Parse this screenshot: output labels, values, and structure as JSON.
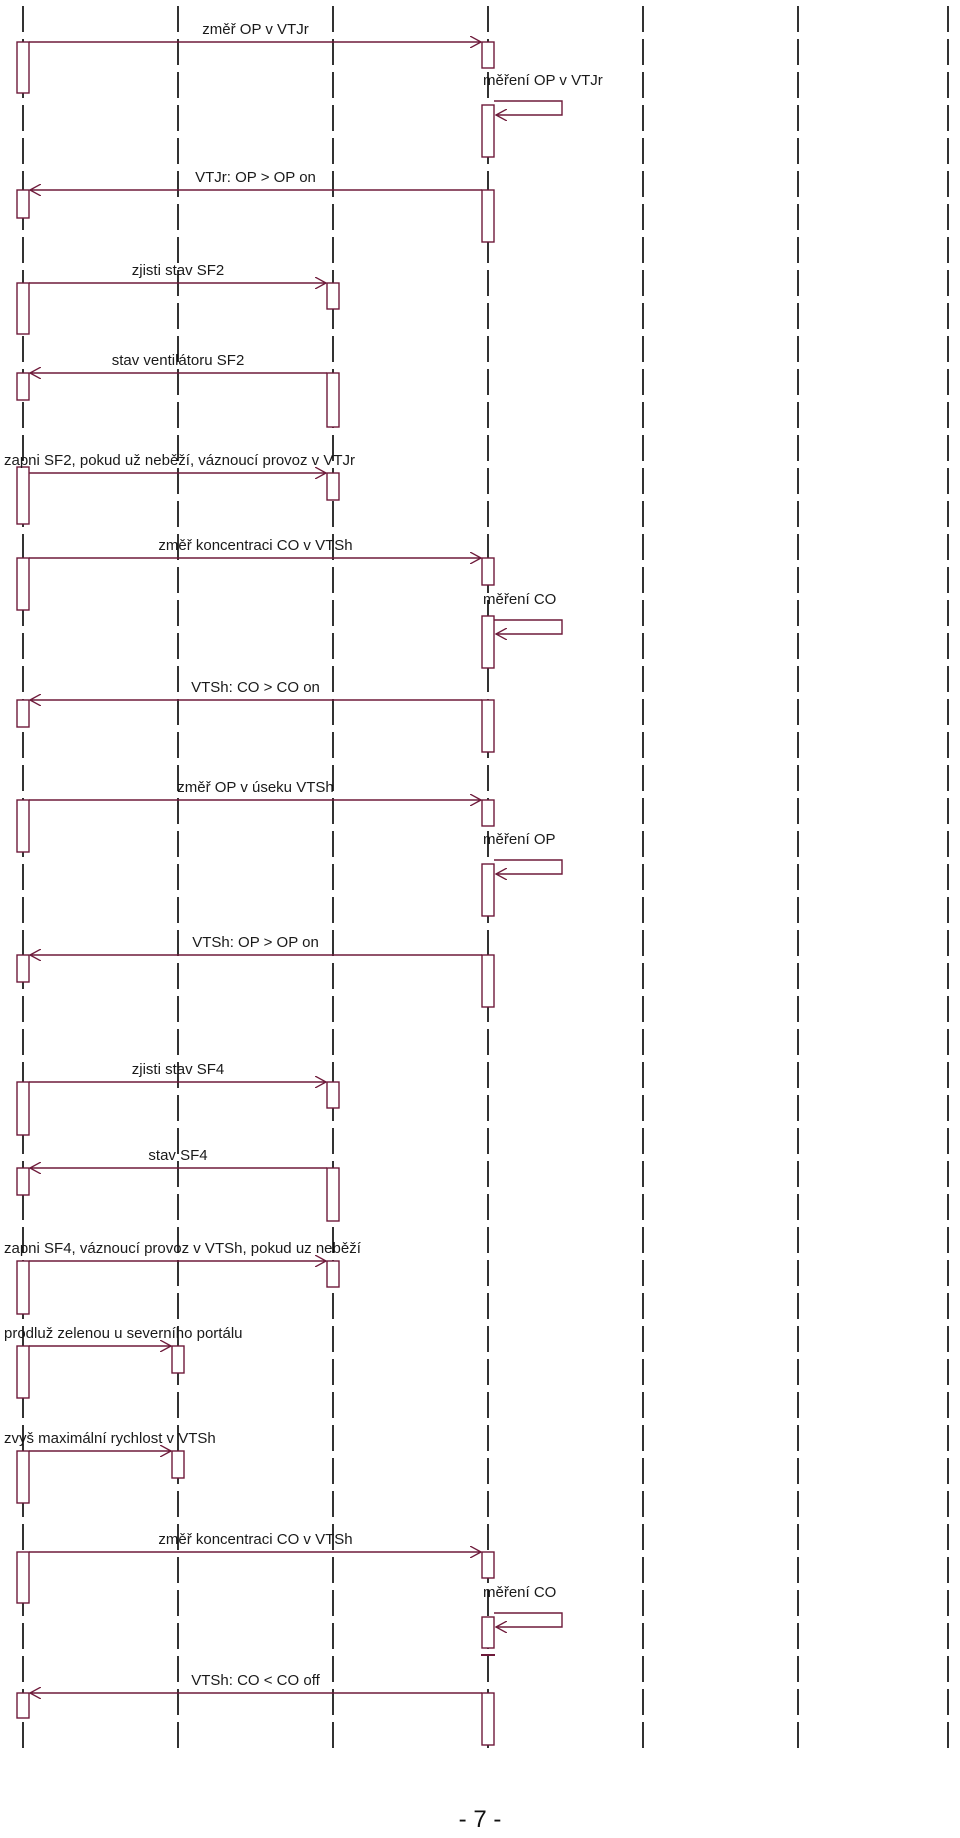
{
  "colors": {
    "line": "#000000",
    "message": "#6e1a3a",
    "text": "#1a1a1a",
    "background": "#ffffff"
  },
  "lifelines": 7,
  "messages": [
    {
      "label": "změř OP v VTJr",
      "from": 0,
      "to": 3,
      "kind": "call"
    },
    {
      "label": "měření OP v VTJr",
      "from": 3,
      "to": 3,
      "kind": "self"
    },
    {
      "label": "VTJr: OP > OP on",
      "from": 3,
      "to": 0,
      "kind": "return"
    },
    {
      "label": "zjisti stav SF2",
      "from": 0,
      "to": 2,
      "kind": "call"
    },
    {
      "label": "stav ventilátoru SF2",
      "from": 2,
      "to": 0,
      "kind": "return"
    },
    {
      "label": "zapni SF2, pokud už neběží, váznoucí provoz v VTJr",
      "from": 0,
      "to": 2,
      "kind": "call"
    },
    {
      "label": "změř koncentraci CO v VTSh",
      "from": 0,
      "to": 3,
      "kind": "call"
    },
    {
      "label": "měření CO",
      "from": 3,
      "to": 3,
      "kind": "self"
    },
    {
      "label": "VTSh: CO > CO on",
      "from": 3,
      "to": 0,
      "kind": "return"
    },
    {
      "label": "změř OP v úseku VTSh",
      "from": 0,
      "to": 3,
      "kind": "call"
    },
    {
      "label": "měření OP",
      "from": 3,
      "to": 3,
      "kind": "self"
    },
    {
      "label": "VTSh: OP > OP on",
      "from": 3,
      "to": 0,
      "kind": "return"
    },
    {
      "label": "zjisti stav SF4",
      "from": 0,
      "to": 2,
      "kind": "call"
    },
    {
      "label": "stav SF4",
      "from": 2,
      "to": 0,
      "kind": "return"
    },
    {
      "label": "zapni SF4, váznoucí provoz v VTSh, pokud uz neběží",
      "from": 0,
      "to": 2,
      "kind": "call"
    },
    {
      "label": "prodluž zelenou u severního portálu",
      "from": 0,
      "to": 1,
      "kind": "call"
    },
    {
      "label": "zvyš maximální rychlost v VTSh",
      "from": 0,
      "to": 1,
      "kind": "call"
    },
    {
      "label": "změř koncentraci CO v VTSh",
      "from": 0,
      "to": 3,
      "kind": "call"
    },
    {
      "label": "měření CO",
      "from": 3,
      "to": 3,
      "kind": "self"
    },
    {
      "label": "VTSh: CO < CO off",
      "from": 3,
      "to": 0,
      "kind": "return"
    }
  ],
  "page_number": "- 7 -"
}
